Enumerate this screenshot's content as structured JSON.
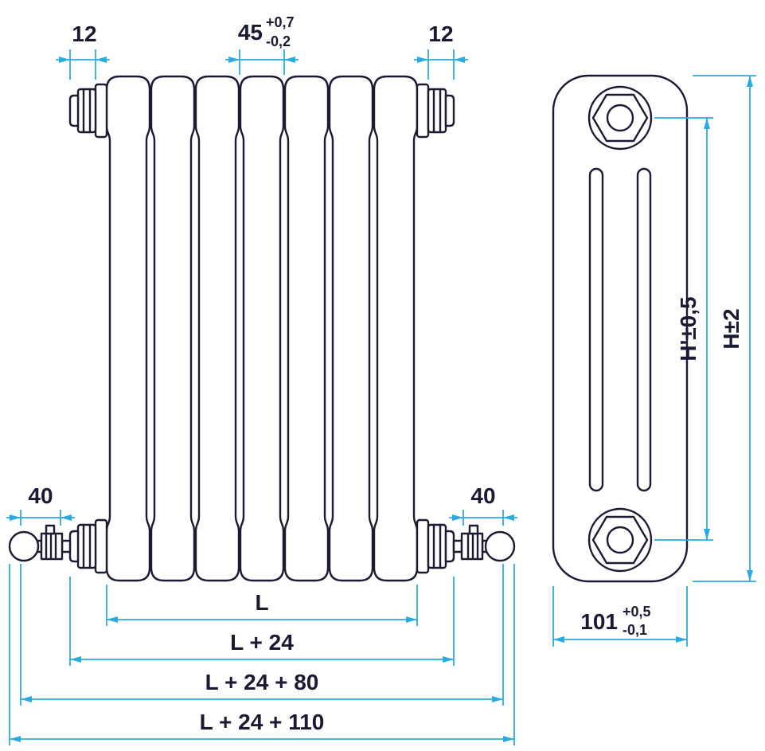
{
  "colors": {
    "dimension_line": "#29ABE2",
    "drawing_line": "#1A1A33",
    "label_text": "#1A1A33"
  },
  "front_view": {
    "dim_plug_left": "12",
    "dim_pitch": "45",
    "dim_pitch_tol_plus": "+0,7",
    "dim_pitch_tol_minus": "-0,2",
    "dim_plug_right": "12",
    "dim_valve_left": "40",
    "dim_valve_right": "40",
    "dim_length": "L",
    "dim_length_plugs": "L + 24",
    "dim_length_valves": "L + 24 + 80",
    "dim_length_overall": "L + 24 + 110"
  },
  "side_view": {
    "dim_height_axis": "H'±0,5",
    "dim_height_overall": "H±2",
    "dim_depth": "101",
    "dim_depth_tol_plus": "+0,5",
    "dim_depth_tol_minus": "-0,1"
  }
}
